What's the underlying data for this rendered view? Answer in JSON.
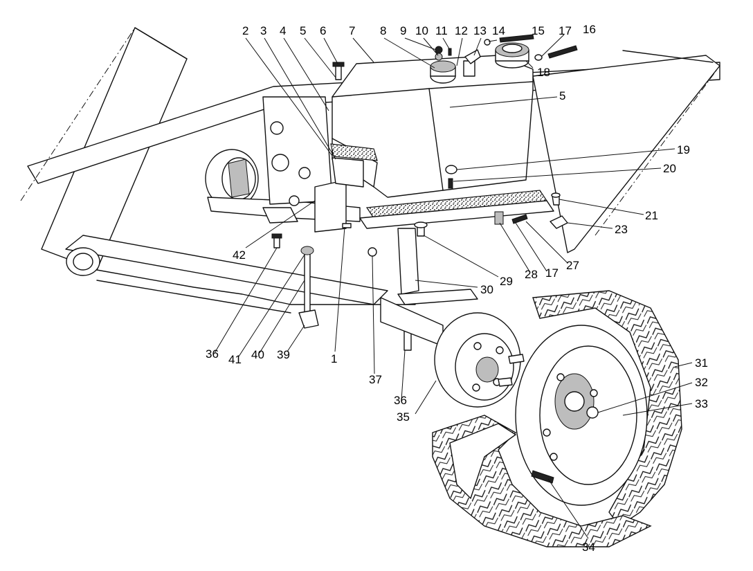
{
  "callouts": [
    {
      "id": "c2",
      "label": "2"
    },
    {
      "id": "c3",
      "label": "3"
    },
    {
      "id": "c4",
      "label": "4"
    },
    {
      "id": "c5a",
      "label": "5"
    },
    {
      "id": "c6",
      "label": "6"
    },
    {
      "id": "c7",
      "label": "7"
    },
    {
      "id": "c8",
      "label": "8"
    },
    {
      "id": "c9",
      "label": "9"
    },
    {
      "id": "c10",
      "label": "10"
    },
    {
      "id": "c11",
      "label": "11"
    },
    {
      "id": "c12",
      "label": "12"
    },
    {
      "id": "c13",
      "label": "13"
    },
    {
      "id": "c14",
      "label": "14"
    },
    {
      "id": "c15",
      "label": "15"
    },
    {
      "id": "c17a",
      "label": "17"
    },
    {
      "id": "c16",
      "label": "16"
    },
    {
      "id": "c18",
      "label": "18"
    },
    {
      "id": "c5b",
      "label": "5"
    },
    {
      "id": "c19",
      "label": "19"
    },
    {
      "id": "c20",
      "label": "20"
    },
    {
      "id": "c21",
      "label": "21"
    },
    {
      "id": "c23",
      "label": "23"
    },
    {
      "id": "c27",
      "label": "27"
    },
    {
      "id": "c17b",
      "label": "17"
    },
    {
      "id": "c28",
      "label": "28"
    },
    {
      "id": "c29",
      "label": "29"
    },
    {
      "id": "c30",
      "label": "30"
    },
    {
      "id": "c42",
      "label": "42"
    },
    {
      "id": "c36a",
      "label": "36"
    },
    {
      "id": "c41",
      "label": "41"
    },
    {
      "id": "c40",
      "label": "40"
    },
    {
      "id": "c39",
      "label": "39"
    },
    {
      "id": "c1",
      "label": "1"
    },
    {
      "id": "c37",
      "label": "37"
    },
    {
      "id": "c36b",
      "label": "36"
    },
    {
      "id": "c35",
      "label": "35"
    },
    {
      "id": "c31",
      "label": "31"
    },
    {
      "id": "c32",
      "label": "32"
    },
    {
      "id": "c33",
      "label": "33"
    },
    {
      "id": "c34",
      "label": "34"
    }
  ]
}
